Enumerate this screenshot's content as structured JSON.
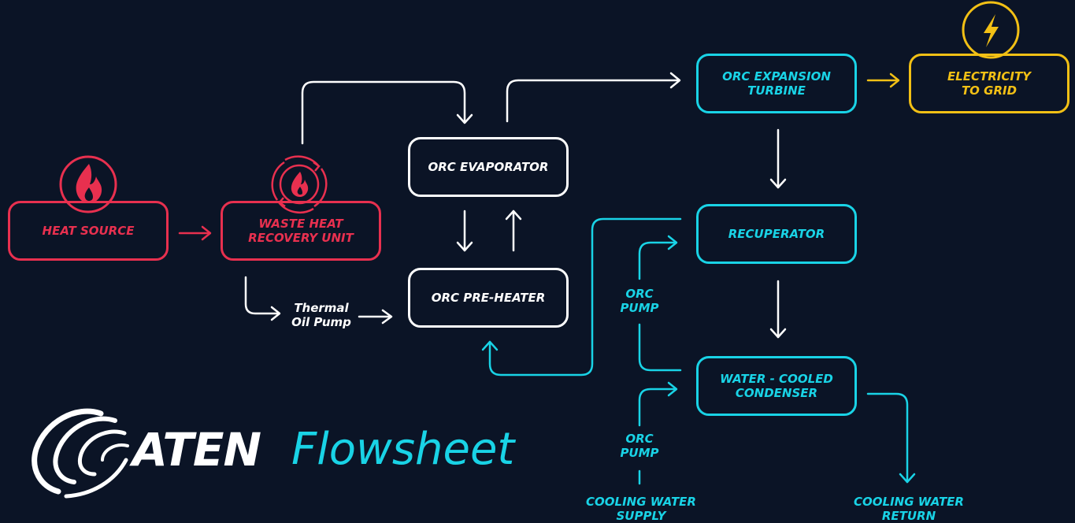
{
  "nodes": {
    "heat_source": "HEAT SOURCE",
    "waste_heat_recovery_unit": "WASTE HEAT\nRECOVERY UNIT",
    "orc_evaporator": "ORC EVAPORATOR",
    "orc_pre_heater": "ORC PRE-HEATER",
    "orc_expansion_turbine": "ORC EXPANSION\nTURBINE",
    "electricity_to_grid": "ELECTRICITY\nTO GRID",
    "recuperator": "RECUPERATOR",
    "water_cooled_condenser": "WATER - COOLED\nCONDENSER"
  },
  "labels": {
    "thermal_oil_pump": "Thermal\nOil Pump",
    "orc_pump_upper": "ORC\nPUMP",
    "orc_pump_lower": "ORC\nPUMP",
    "cooling_water_supply": "COOLING WATER\nSUPPLY",
    "cooling_water_return": "COOLING WATER\nRETURN"
  },
  "brand": {
    "name": "ATEN",
    "product": "Flowsheet"
  },
  "colors": {
    "background": "#0b1426",
    "heat": "#e8304f",
    "orc": "#ffffff",
    "water": "#19d3e6",
    "electric": "#f2c015"
  },
  "icons": {
    "heat_source": "flame-icon",
    "waste_heat_recovery_unit": "flame-cycle-icon",
    "electricity_to_grid": "lightning-bolt-icon",
    "logo": "aten-swirl-logo"
  }
}
